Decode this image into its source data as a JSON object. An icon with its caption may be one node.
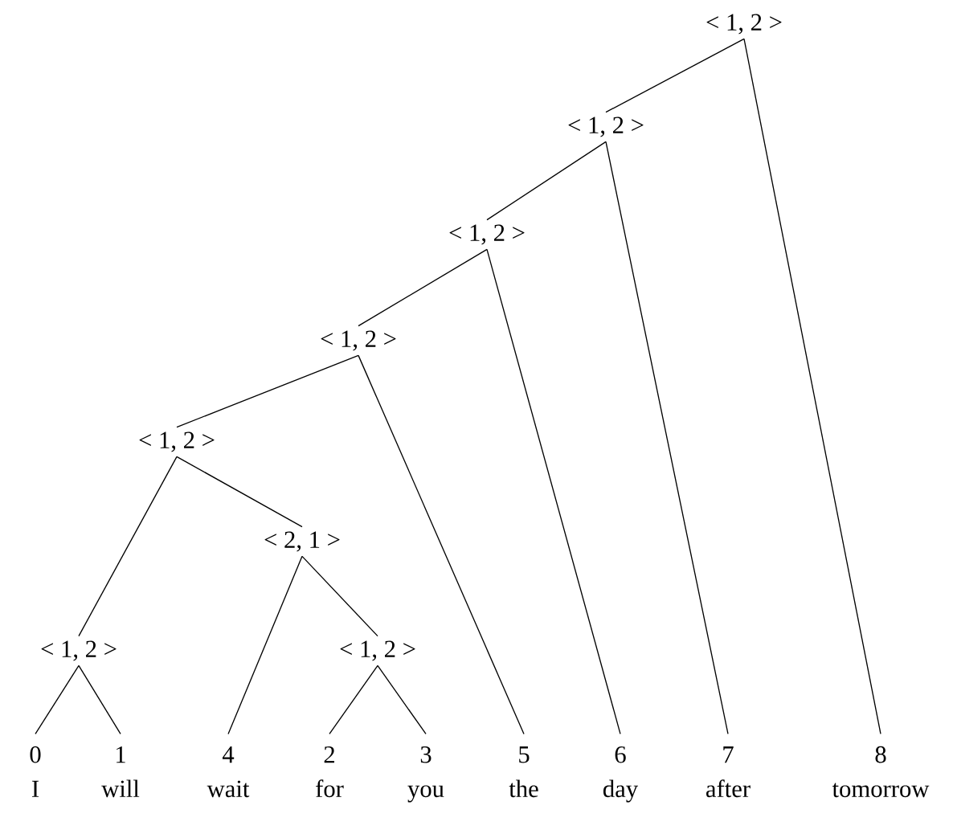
{
  "diagram": {
    "nodes": [
      {
        "text": [
          "< 1, 2 >"
        ]
      },
      {
        "text": [
          "< 1, 2 >"
        ]
      },
      {
        "text": [
          "< 1, 2 >"
        ]
      },
      {
        "text": [
          "< 1, 2 >"
        ]
      },
      {
        "text": [
          "< 1, 2 >"
        ]
      },
      {
        "text": [
          "< 2, 1 >"
        ]
      },
      {
        "text": [
          "< 1, 2 >"
        ]
      },
      {
        "text": [
          "< 1, 2 >"
        ]
      },
      {
        "text": [
          "0",
          "I"
        ]
      },
      {
        "text": [
          "1",
          "will"
        ]
      },
      {
        "text": [
          "4",
          "wait"
        ]
      },
      {
        "text": [
          "2",
          "for"
        ]
      },
      {
        "text": [
          "3",
          "you"
        ]
      },
      {
        "text": [
          "5",
          "the"
        ]
      },
      {
        "text": [
          "6",
          "day"
        ]
      },
      {
        "text": [
          "7",
          "after"
        ]
      },
      {
        "text": [
          "8",
          "tomorrow"
        ]
      }
    ],
    "edges": [
      {
        "from": 0,
        "to": 1,
        "arrow": "none"
      },
      {
        "from": 0,
        "to": 16,
        "arrow": "none"
      },
      {
        "from": 1,
        "to": 2,
        "arrow": "none"
      },
      {
        "from": 1,
        "to": 15,
        "arrow": "none"
      },
      {
        "from": 2,
        "to": 3,
        "arrow": "none"
      },
      {
        "from": 2,
        "to": 14,
        "arrow": "none"
      },
      {
        "from": 3,
        "to": 4,
        "arrow": "none"
      },
      {
        "from": 3,
        "to": 13,
        "arrow": "none"
      },
      {
        "from": 4,
        "to": 6,
        "arrow": "none"
      },
      {
        "from": 4,
        "to": 5,
        "arrow": "none"
      },
      {
        "from": 5,
        "to": 10,
        "arrow": "none"
      },
      {
        "from": 5,
        "to": 7,
        "arrow": "none"
      },
      {
        "from": 6,
        "to": 8,
        "arrow": "none"
      },
      {
        "from": 6,
        "to": 9,
        "arrow": "none"
      },
      {
        "from": 7,
        "to": 11,
        "arrow": "none"
      },
      {
        "from": 7,
        "to": 12,
        "arrow": "none"
      }
    ]
  }
}
